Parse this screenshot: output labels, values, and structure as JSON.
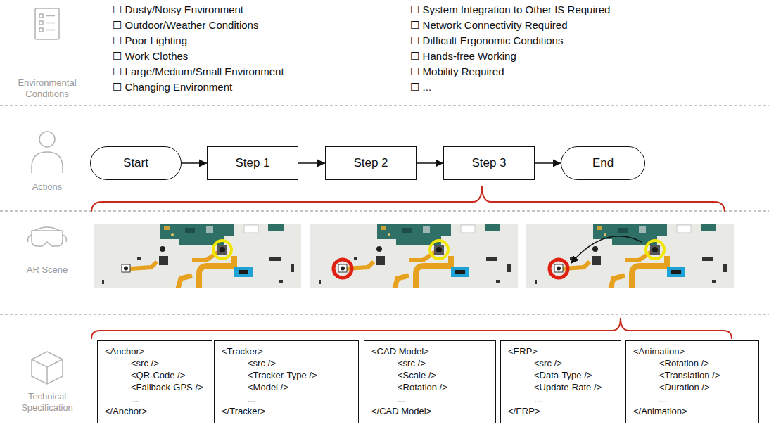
{
  "diagram": {
    "nodes": [
      {
        "text": [
          "Start"
        ]
      },
      {
        "text": [
          "Step 1"
        ]
      },
      {
        "text": [
          "Step 2"
        ]
      },
      {
        "text": [
          "Step 3"
        ]
      },
      {
        "text": [
          "End"
        ]
      },
      {
        "text": [
          "<Anchor>",
          "<src />",
          "<QR-Code />",
          "<Fallback-GPS />",
          "...",
          "</Anchor>"
        ]
      },
      {
        "text": [
          "<Tracker>",
          "<src />",
          "<Tracker-Type />",
          "<Model />",
          "...",
          "</Tracker>"
        ]
      },
      {
        "text": [
          "<CAD Model>",
          "<src />",
          "<Scale />",
          "<Rotation />",
          "...",
          "</CAD Model>"
        ]
      },
      {
        "text": [
          "<ERP>",
          "<src />",
          "<Data-Type />",
          "<Update-Rate />",
          "...",
          "</ERP>"
        ]
      },
      {
        "text": [
          "<Animation>",
          "<Rotation />",
          "<Translation />",
          "<Duration />",
          "...",
          "</Animation>"
        ]
      }
    ],
    "edges": [
      {
        "from": 0,
        "to": 1,
        "arrow": "to"
      },
      {
        "from": 1,
        "to": 2,
        "arrow": "to"
      },
      {
        "from": 2,
        "to": 3,
        "arrow": "to"
      },
      {
        "from": 3,
        "to": 4,
        "arrow": "to"
      }
    ],
    "labels": [
      "Environmental Conditions",
      "☐ Dusty/Noisy Environment",
      "☐ Outdoor/Weather Conditions",
      "☐ Poor Lighting",
      "☐ Work Clothes",
      "☐ Large/Medium/Small Environment",
      "☐ Changing Environment",
      "☐ System Integration to Other IS Required",
      "☐ Network Connectivity Required",
      "☐ Difficult Ergonomic Conditions",
      "☐ Hands-free Working",
      "☐ Mobility Required",
      "☐ ...",
      "Actions",
      "AR Scene",
      "Technical Specification"
    ]
  }
}
